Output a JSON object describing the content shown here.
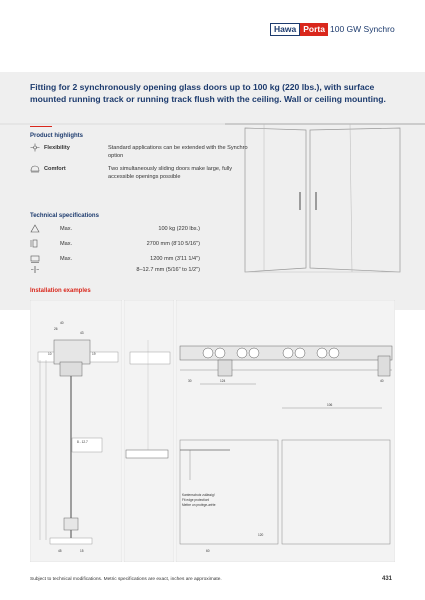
{
  "header": {
    "brand_part1": "Hawa",
    "brand_part2": "Porta",
    "product": "100 GW Synchro"
  },
  "headline": "Fitting for 2 synchronously opening glass doors up to 100 kg (220 lbs.), with surface mounted running track or running track flush with the ceiling. Wall or ceiling mounting.",
  "highlights": {
    "title": "Product highlights",
    "items": [
      {
        "label": "Flexibility",
        "text": "Standard applications can be extended with the Synchro option",
        "icon": "flexibility-icon"
      },
      {
        "label": "Comfort",
        "text": "Two simultaneously sliding doors make large, fully accessible openings possible",
        "icon": "comfort-icon"
      }
    ]
  },
  "specs": {
    "title": "Technical specifications",
    "items": [
      {
        "label": "Max.",
        "value": "100 kg (220 lbs.)",
        "icon": "weight-icon"
      },
      {
        "label": "Max.",
        "value": "2700 mm (8'10 5/16\")",
        "icon": "height-icon"
      },
      {
        "label": "Max.",
        "value": "1200 mm (3'11 1/4\")",
        "icon": "width-icon"
      },
      {
        "label": "",
        "value": "8–12.7 mm (5/16\" to 1/2\")",
        "icon": "glass-thickness-icon"
      }
    ]
  },
  "installation": {
    "title": "Installation examples",
    "note_lines": [
      "Kantenschutz zulässig!",
      "Fit edge protection!",
      "Mettre un protège-arête"
    ],
    "dims": [
      "40",
      "26",
      "10",
      "19",
      "43",
      "124",
      "30",
      "106",
      "40",
      "60",
      "120",
      "8 - 12.7",
      "45",
      "15"
    ]
  },
  "footer": {
    "note": "Subject to technical modifications. Metric specifications are exact, inches are approximate.",
    "page": "431"
  }
}
